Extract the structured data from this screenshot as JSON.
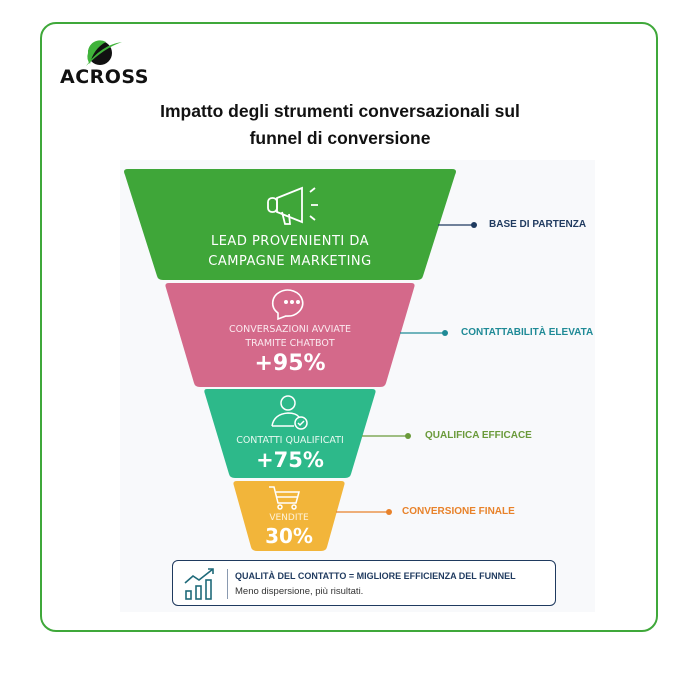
{
  "logo": {
    "text": "ACROSS"
  },
  "title": {
    "line1": "Impatto degli strumenti conversazionali sul",
    "line2": "funnel di conversione"
  },
  "funnel": [
    {
      "label1": "LEAD PROVENIENTI DA",
      "label2": "CAMPAGNE MARKETING",
      "value": "",
      "icon": "megaphone-icon",
      "color": "#3fa639",
      "side_label": "BASE DI PARTENZA",
      "side_color": "#1f3a5f"
    },
    {
      "label1": "CONVERSAZIONI AVVIATE",
      "label2": "TRAMITE CHATBOT",
      "value": "+95%",
      "icon": "chat-bubble-icon",
      "color": "#d4698a",
      "side_label": "CONTATTABILITÀ ELEVATA",
      "side_color": "#1f8a96"
    },
    {
      "label1": "CONTATTI QUALIFICATI",
      "label2": "",
      "value": "+75%",
      "icon": "user-check-icon",
      "color": "#2db98a",
      "side_label": "QUALIFICA EFFICACE",
      "side_color": "#6a9a3a"
    },
    {
      "label1": "VENDITE",
      "label2": "",
      "value": "30%",
      "icon": "cart-icon",
      "color": "#f2b53a",
      "side_label": "CONVERSIONE FINALE",
      "side_color": "#e8822a"
    }
  ],
  "summary": {
    "headline": "QUALITÀ DEL CONTATTO = MIGLIORE EFFICIENZA DEL FUNNEL",
    "subtext": "Meno dispersione, più risultati.",
    "icon": "growth-chart-icon"
  }
}
